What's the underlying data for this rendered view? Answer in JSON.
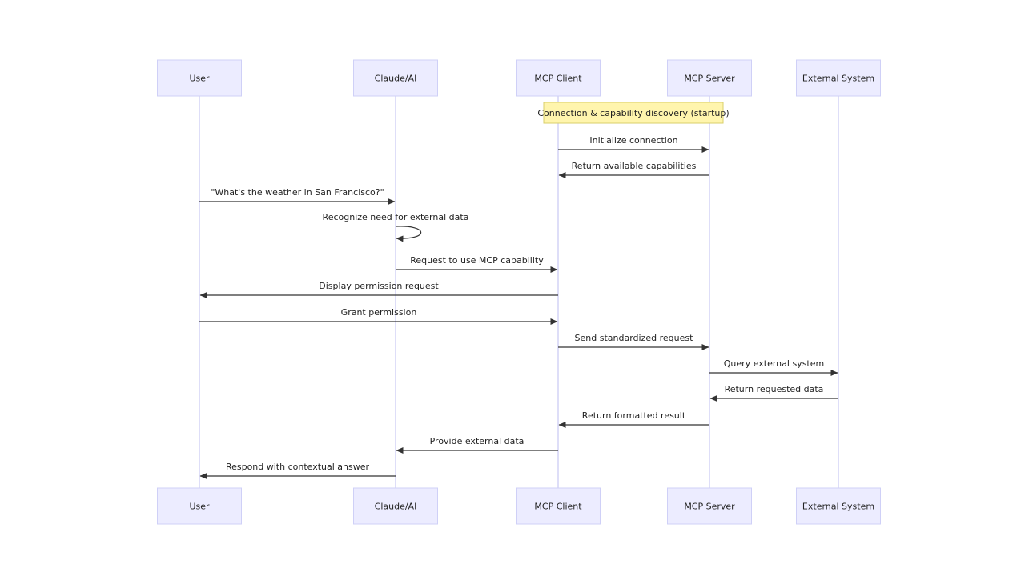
{
  "participants": [
    {
      "id": "user",
      "label": "User"
    },
    {
      "id": "claude",
      "label": "Claude/AI"
    },
    {
      "id": "client",
      "label": "MCP Client"
    },
    {
      "id": "server",
      "label": "MCP Server"
    },
    {
      "id": "external",
      "label": "External System"
    }
  ],
  "note": {
    "text": "Connection & capability discovery (startup)",
    "from": "client",
    "to": "server"
  },
  "messages": [
    {
      "from": "client",
      "to": "server",
      "text": "Initialize connection"
    },
    {
      "from": "server",
      "to": "client",
      "text": "Return available capabilities"
    },
    {
      "from": "user",
      "to": "claude",
      "text": "\"What's the weather in San Francisco?\""
    },
    {
      "from": "claude",
      "to": "claude",
      "text": "Recognize need for external data"
    },
    {
      "from": "claude",
      "to": "client",
      "text": "Request to use MCP capability"
    },
    {
      "from": "client",
      "to": "user",
      "text": "Display permission request"
    },
    {
      "from": "user",
      "to": "client",
      "text": "Grant permission"
    },
    {
      "from": "client",
      "to": "server",
      "text": "Send standardized request"
    },
    {
      "from": "server",
      "to": "external",
      "text": "Query external system"
    },
    {
      "from": "external",
      "to": "server",
      "text": "Return requested data"
    },
    {
      "from": "server",
      "to": "client",
      "text": "Return formatted result"
    },
    {
      "from": "client",
      "to": "claude",
      "text": "Provide external data"
    },
    {
      "from": "claude",
      "to": "user",
      "text": "Respond with contextual answer"
    }
  ]
}
